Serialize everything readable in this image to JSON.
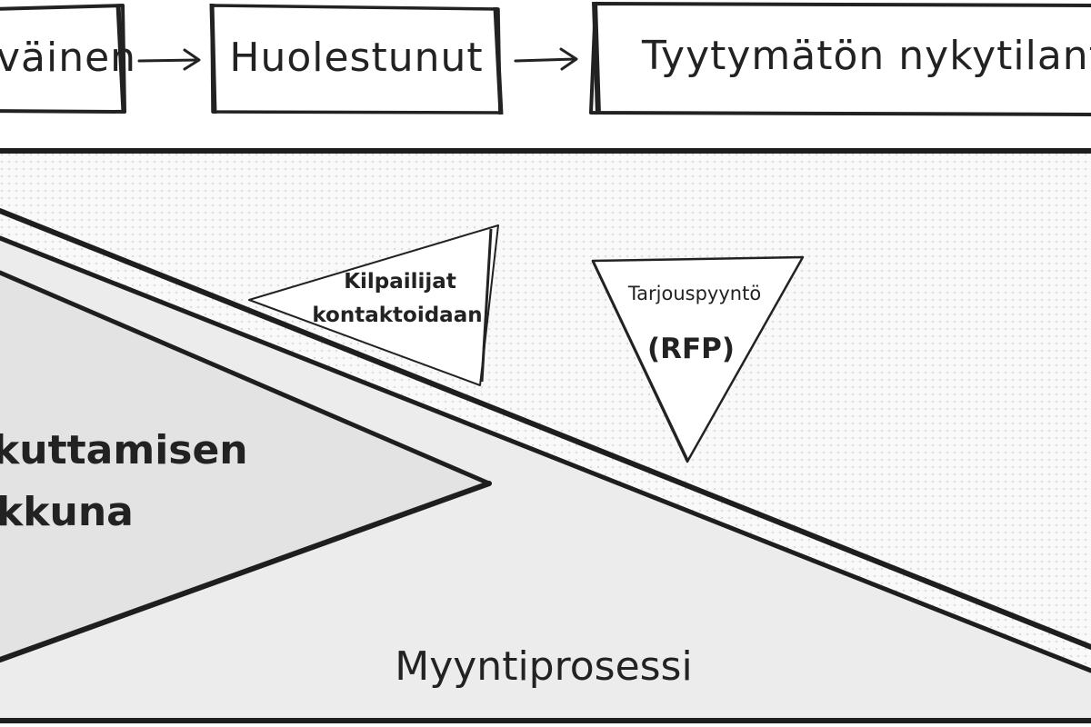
{
  "stages": [
    {
      "label": "väinen"
    },
    {
      "label": "Huolestunut"
    },
    {
      "label": "Tyytymätön nykytilantees"
    }
  ],
  "influence_window": {
    "line1": "kuttamisen",
    "line2": "kkuna"
  },
  "sales_process": {
    "label": "Myyntiprosessi"
  },
  "competitors": {
    "line1": "Kilpailijat",
    "line2": "kontaktoidaan"
  },
  "rfp": {
    "line1": "Tarjouspyyntö",
    "line2": "(RFP)"
  },
  "colors": {
    "ink": "#222222",
    "panel_fill": "#ececec",
    "dot_background": "#f9f9f9",
    "dot": "#dcdcdc"
  }
}
